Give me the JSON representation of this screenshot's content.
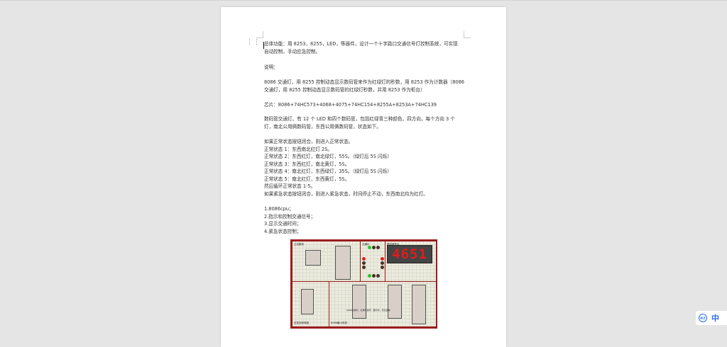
{
  "document": {
    "lines": [
      "总体功能：用 8253，8255，LED，等器件，设计一个十字路口交通信号灯控制系统，可实现",
      "自动控制，手动应急控制。",
      "说明：",
      "8086 交通灯，用 8255 控制动态显示数码管来作为红绿灯的秒数，用 8253 作为计数器（8086",
      "交通灯，用 8255 控制动态显示数码管的红绿灯秒数，并用 8253 作为柜台）",
      "芯片：8086+74HC573+4068+4075+74HC154+8255A+8253A+74HC139",
      "数码管交通灯，有 12 个 LED 和四个数码管，包括红绿青三种颜色，四方向，每个方向 3 个",
      "灯，南北公用俩数码管，东西公用俩数码管，状态如下。",
      "如果正常状态按钮闭合，则进入正常状态。",
      "正常状态 1：东西南北红灯 2S。",
      "正常状态 2：东西红灯，南北绿灯，55S。（绿灯后 5S 闪烁）",
      "正常状态 3：东西红灯，南北黄灯，5S。",
      "正常状态 4：南北红灯，东西绿灯，35S。（绿灯后 5S 闪烁）",
      "正常状态 5：南北红灯，东西黄灯，5S。",
      "然后循环正常状态 1-5。",
      "如果紧急状态按钮闭合，则进入紧急状态，时间停止不动，东西南北均为红灯。",
      "1.8086cpu；",
      "2.指示和控制交通信号；",
      "3.显示交通时间；",
      "4.紧急状态控制；"
    ],
    "figure": {
      "display_value": "4651",
      "labels": [
        "主控模块",
        "交通灯",
        "数码管显示",
        "应急控制电路",
        "8086最小系统",
        "8086交通灯，红绿灯信号，翻计时，紧急控制"
      ]
    }
  },
  "ime": {
    "logo": "PLT",
    "lang": "中"
  },
  "colors": {
    "frame": "#9b1c1c",
    "display": "#e21b1b",
    "ime": "#2a6ee8"
  }
}
